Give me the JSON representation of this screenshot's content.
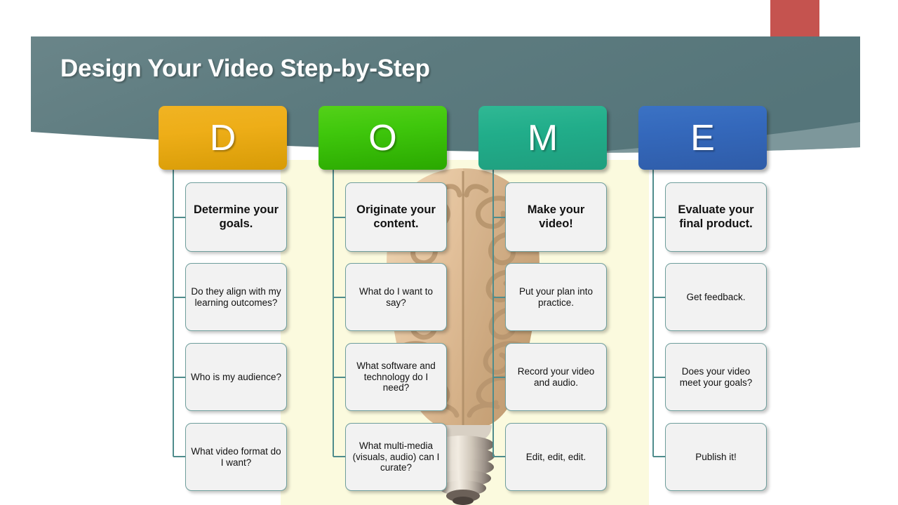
{
  "slide": {
    "title": "Design Your Video Step-by-Step",
    "colors": {
      "header_band": "#5d7b7f",
      "header_band_light": "#8ba3a7",
      "red_accent": "#c5534f",
      "cream_panel": "#fbfade",
      "box_border": "#6f9e9c",
      "box_fill": "#f2f2f2"
    }
  },
  "columns": [
    {
      "letter": "D",
      "accent": "#eeae18",
      "heading": "Determine your goals.",
      "items": [
        "Do they align with my learning outcomes?",
        "Who is my audience?",
        "What video format do I want?"
      ]
    },
    {
      "letter": "O",
      "accent": "#3fc70c",
      "heading": "Originate your content.",
      "items": [
        "What do I want to say?",
        "What software and technology do I need?",
        "What multi-media (visuals, audio) can I curate?"
      ]
    },
    {
      "letter": "M",
      "accent": "#21ad8a",
      "heading": "Make your video!",
      "items": [
        "Put your plan into practice.",
        "Record your video and audio.",
        "Edit, edit, edit."
      ]
    },
    {
      "letter": "E",
      "accent": "#3468bb",
      "heading": "Evaluate your final product.",
      "items": [
        "Get feedback.",
        "Does your video meet your goals?",
        "Publish it!"
      ]
    }
  ],
  "artwork": {
    "name": "brain-lightbulb-illustration",
    "description": "Brain shaped compact fluorescent light bulb with metal screw base"
  }
}
